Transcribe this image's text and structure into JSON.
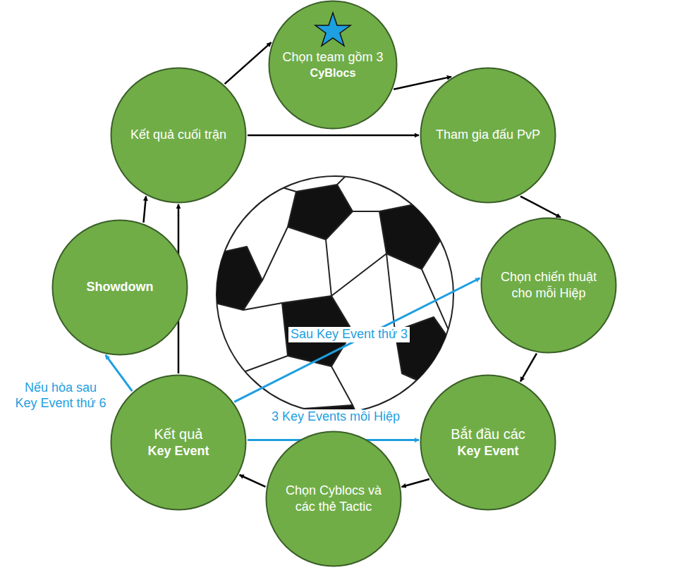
{
  "diagram": {
    "nodes": [
      {
        "text": [
          "Chọn team gồm 3",
          "CyBlocs"
        ]
      },
      {
        "text": [
          "Tham gia đấu PvP"
        ]
      },
      {
        "text": [
          "Chọn chiến thuật cho mỗi Hiệp"
        ]
      },
      {
        "text": [
          "Bắt đầu các",
          "Key Event"
        ]
      },
      {
        "text": [
          "Chọn Cyblocs và các thẻ Tactic"
        ]
      },
      {
        "text": [
          "Kết quả",
          "Key Event"
        ]
      },
      {
        "text": [
          "Showdown"
        ]
      },
      {
        "text": [
          "Kết quả cuối trận"
        ]
      }
    ],
    "edges": [
      {
        "from": 7,
        "to": 0,
        "arrow": "to"
      },
      {
        "from": 0,
        "to": 1,
        "arrow": "to"
      },
      {
        "from": 7,
        "to": 1,
        "arrow": "to"
      },
      {
        "from": 1,
        "to": 2,
        "arrow": "to"
      },
      {
        "from": 2,
        "to": 3,
        "arrow": "to"
      },
      {
        "from": 3,
        "to": 4,
        "arrow": "to"
      },
      {
        "from": 4,
        "to": 5,
        "arrow": "to"
      },
      {
        "from": 5,
        "to": 7,
        "arrow": "to"
      },
      {
        "from": 6,
        "to": 7,
        "arrow": "to"
      },
      {
        "from": 5,
        "to": 3,
        "label": "3 Key Events mỗi Hiệp",
        "arrow": "to"
      },
      {
        "from": 5,
        "to": 2,
        "label": "Sau Key Event thứ 3",
        "arrow": "to"
      },
      {
        "from": 5,
        "to": 6,
        "label": "Nếu hòa sau Key Event thứ 6",
        "arrow": "to"
      }
    ]
  }
}
